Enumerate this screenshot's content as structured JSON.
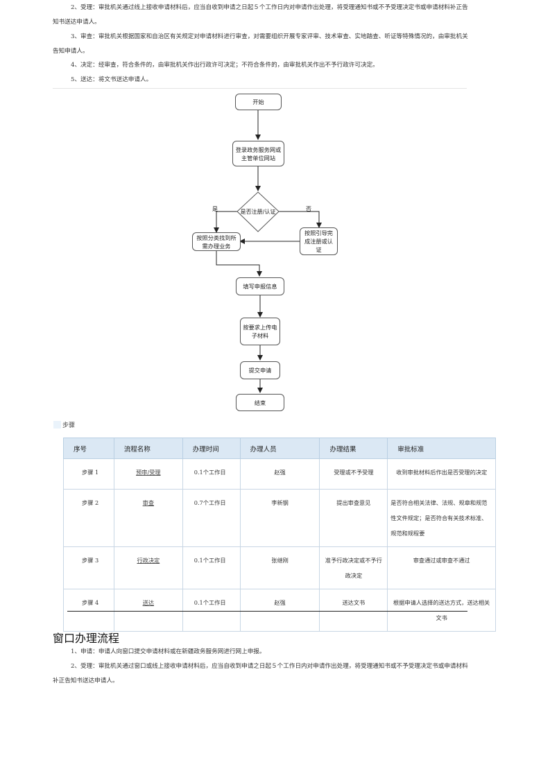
{
  "intro": {
    "p_accept": "2、受理：审批机关通过线上接收申请材料后，应当自收到申请之日起５个工作日内对申请作出处理，将受理通知书或不予受理决定书或申请材料补正告知书送达申请人。",
    "p_review": "3、审查：审批机关根据国家和自治区有关规定对申请材料进行审查，对需要组织开展专家评审、技术审查、实地踏查、听证等特殊情况的，由审批机关告知申请人。",
    "p_decision": "4、决定：经审查，符合条件的，由审批机关作出行政许可决定；不符合条件的，由审批机关作出不予行政许可决定。",
    "p_delivery": "5、送达：将文书送达申请人。"
  },
  "flowchart": {
    "start": "开始",
    "login": "登录政务服务网或主管单位网站",
    "decision": "是否注册/认证",
    "yes": "是",
    "no": "否",
    "find": "按照分类找到所需办理业务",
    "register": "按照引导完成注册或认证",
    "fill": "填写申报信息",
    "upload": "按要求上传电子材料",
    "submit": "提交申请",
    "end": "结束"
  },
  "steps": {
    "title": "步骤",
    "headers": [
      "序号",
      "流程名称",
      "办理时间",
      "办理人员",
      "办理结果",
      "审批标准"
    ],
    "rows": [
      {
        "no": "步骤 1",
        "name": "预审/受理",
        "time": "0.1个工作日",
        "person": "赵强",
        "result": "受理或不予受理",
        "standard": "收到审批材料后作出是否受理的决定"
      },
      {
        "no": "步骤 2",
        "name": "审查",
        "time": "0.7个工作日",
        "person": "李新钢",
        "result": "提出审查意见",
        "standard": "是否符合相关法律、法规、规章和规范性文件规定；是否符合有关技术标准、规范和规程要"
      },
      {
        "no": "步骤 3",
        "name": "行政决定",
        "time": "0.1个工作日",
        "person": "张继刚",
        "result": "准予行政决定或不予行政决定",
        "standard": "审查通过或审查不通过"
      },
      {
        "no": "步骤 4",
        "name": "送达",
        "time": "0.1个工作日",
        "person": "赵强",
        "result": "送达文书",
        "standard": "根据申请人选择的送达方式，送达相关文书"
      }
    ]
  },
  "window": {
    "heading": "窗口办理流程",
    "p_apply": "1、申请：申请人向窗口提交申请材料或在新疆政务服务网进行网上申报。",
    "p_accept": "2、受理：审批机关通过窗口或线上接收申请材料后，应当自收到申请之日起５个工作日内对申请作出处理，将受理通知书或不予受理决定书或申请材料补正告知书送达申请人。"
  }
}
